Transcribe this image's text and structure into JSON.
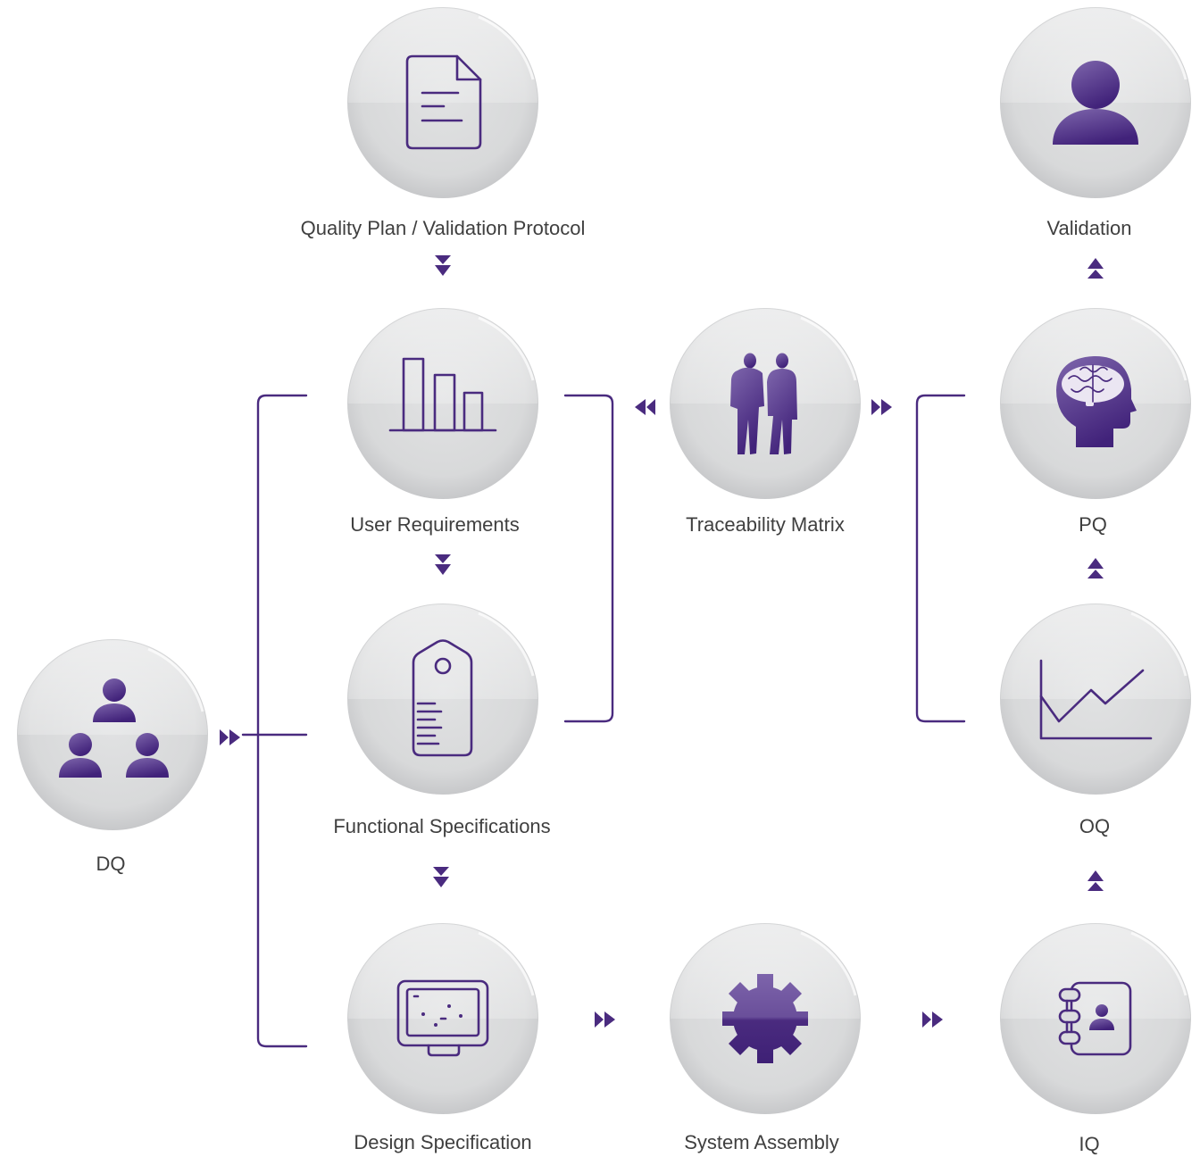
{
  "diagram": {
    "nodes": {
      "quality_plan": {
        "label": "Quality Plan / Validation Protocol",
        "icon": "document-icon"
      },
      "validation": {
        "label": "Validation",
        "icon": "person-icon"
      },
      "user_requirements": {
        "label": "User Requirements",
        "icon": "bar-chart-icon"
      },
      "traceability_matrix": {
        "label": "Traceability Matrix",
        "icon": "two-people-icon"
      },
      "pq": {
        "label": "PQ",
        "icon": "head-brain-icon"
      },
      "functional_specifications": {
        "label": "Functional Specifications",
        "icon": "tag-icon"
      },
      "oq": {
        "label": "OQ",
        "icon": "line-chart-icon"
      },
      "dq": {
        "label": "DQ",
        "icon": "team-icon"
      },
      "design_specification": {
        "label": "Design Specification",
        "icon": "monitor-icon"
      },
      "system_assembly": {
        "label": "System Assembly",
        "icon": "gear-icon"
      },
      "iq": {
        "label": "IQ",
        "icon": "address-book-icon"
      }
    }
  },
  "colors": {
    "accent": "#4a2b7f",
    "node_fill": "#dcdddf",
    "label_text": "#3f3f3f"
  }
}
